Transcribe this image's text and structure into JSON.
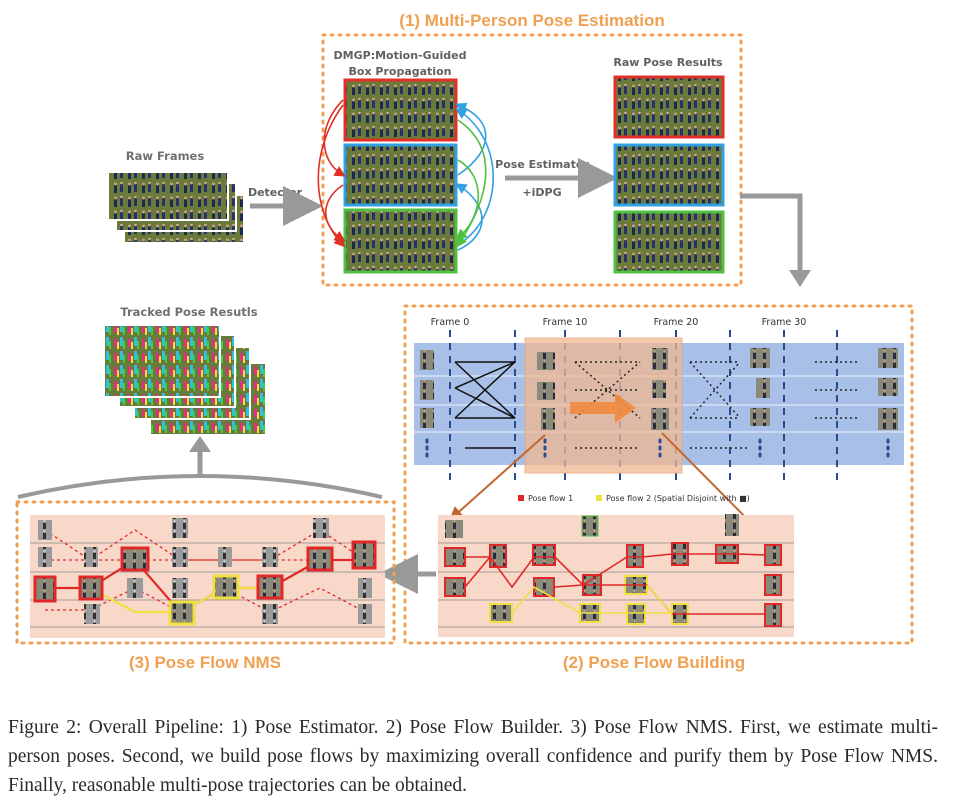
{
  "sections": {
    "pose_estimation_title": "(1) Multi-Person Pose Estimation",
    "pose_flow_building_title": "(2) Pose Flow Building",
    "pose_flow_nms_title": "(3) Pose Flow NMS"
  },
  "labels": {
    "raw_frames": "Raw Frames",
    "detector": "Detector",
    "dmgp_line1": "DMGP:Motion-Guided",
    "dmgp_line2": "Box Propagation",
    "pose_estimator": "Pose Estimator",
    "idpg": "+iDPG",
    "raw_pose_results": "Raw Pose Results",
    "tracked_pose_results": "Tracked Pose Resutls"
  },
  "frames": [
    "Frame 0",
    "Frame 10",
    "Frame 20",
    "Frame 30"
  ],
  "legend": {
    "flow1": "Pose flow 1",
    "flow2": "Pose flow 2 (Spatial Disjoint with ■)"
  },
  "colors": {
    "section_title": "#f0a050",
    "frame_red": "#e03028",
    "frame_blue": "#30a0e0",
    "frame_green": "#50c040",
    "flow1": "#e02828",
    "flow2": "#f0e040",
    "band_blue": "#a8c0e8",
    "band_salmon": "#f8d8c8"
  },
  "caption": "Figure 2: Overall Pipeline: 1) Pose Estimator. 2) Pose Flow Builder. 3) Pose Flow NMS. First, we estimate multi-person poses. Second, we build pose flows by maximizing overall confidence and purify them by Pose Flow NMS. Finally, reasonable multi-pose trajectories can be obtained."
}
